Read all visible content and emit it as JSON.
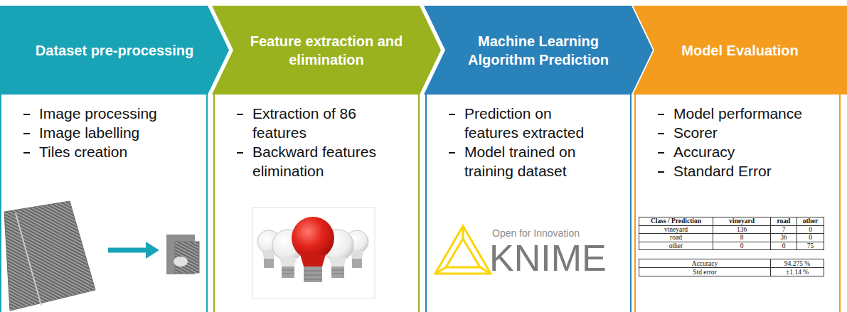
{
  "diagram": {
    "nodes": [
      {
        "text": [
          "Dataset pre-processing"
        ]
      },
      {
        "text": [
          "Image processing",
          "Image labelling",
          "Tiles creation"
        ]
      },
      {
        "text": [
          "Feature extraction and elimination"
        ]
      },
      {
        "text": [
          "Extraction of 86 features",
          "Backward features elimination"
        ]
      },
      {
        "text": [
          "Machine Learning Algorithm Prediction"
        ]
      },
      {
        "text": [
          "Prediction on features extracted",
          "Model trained on training dataset"
        ]
      },
      {
        "text": [
          "Model Evaluation"
        ]
      },
      {
        "text": [
          "Model performance",
          "Scorer",
          "Accuracy",
          "Standard Error"
        ]
      }
    ],
    "labels": [
      "Open for Innovation",
      "KNIME",
      "Class / Prediction",
      "vineyard",
      "road",
      "other",
      "vineyard",
      "136",
      "7",
      "0",
      "road",
      "8",
      "36",
      "0",
      "other",
      "0",
      "0",
      "75",
      "Accuracy",
      "94.275 %",
      "Std error",
      "±1.14 %"
    ]
  }
}
